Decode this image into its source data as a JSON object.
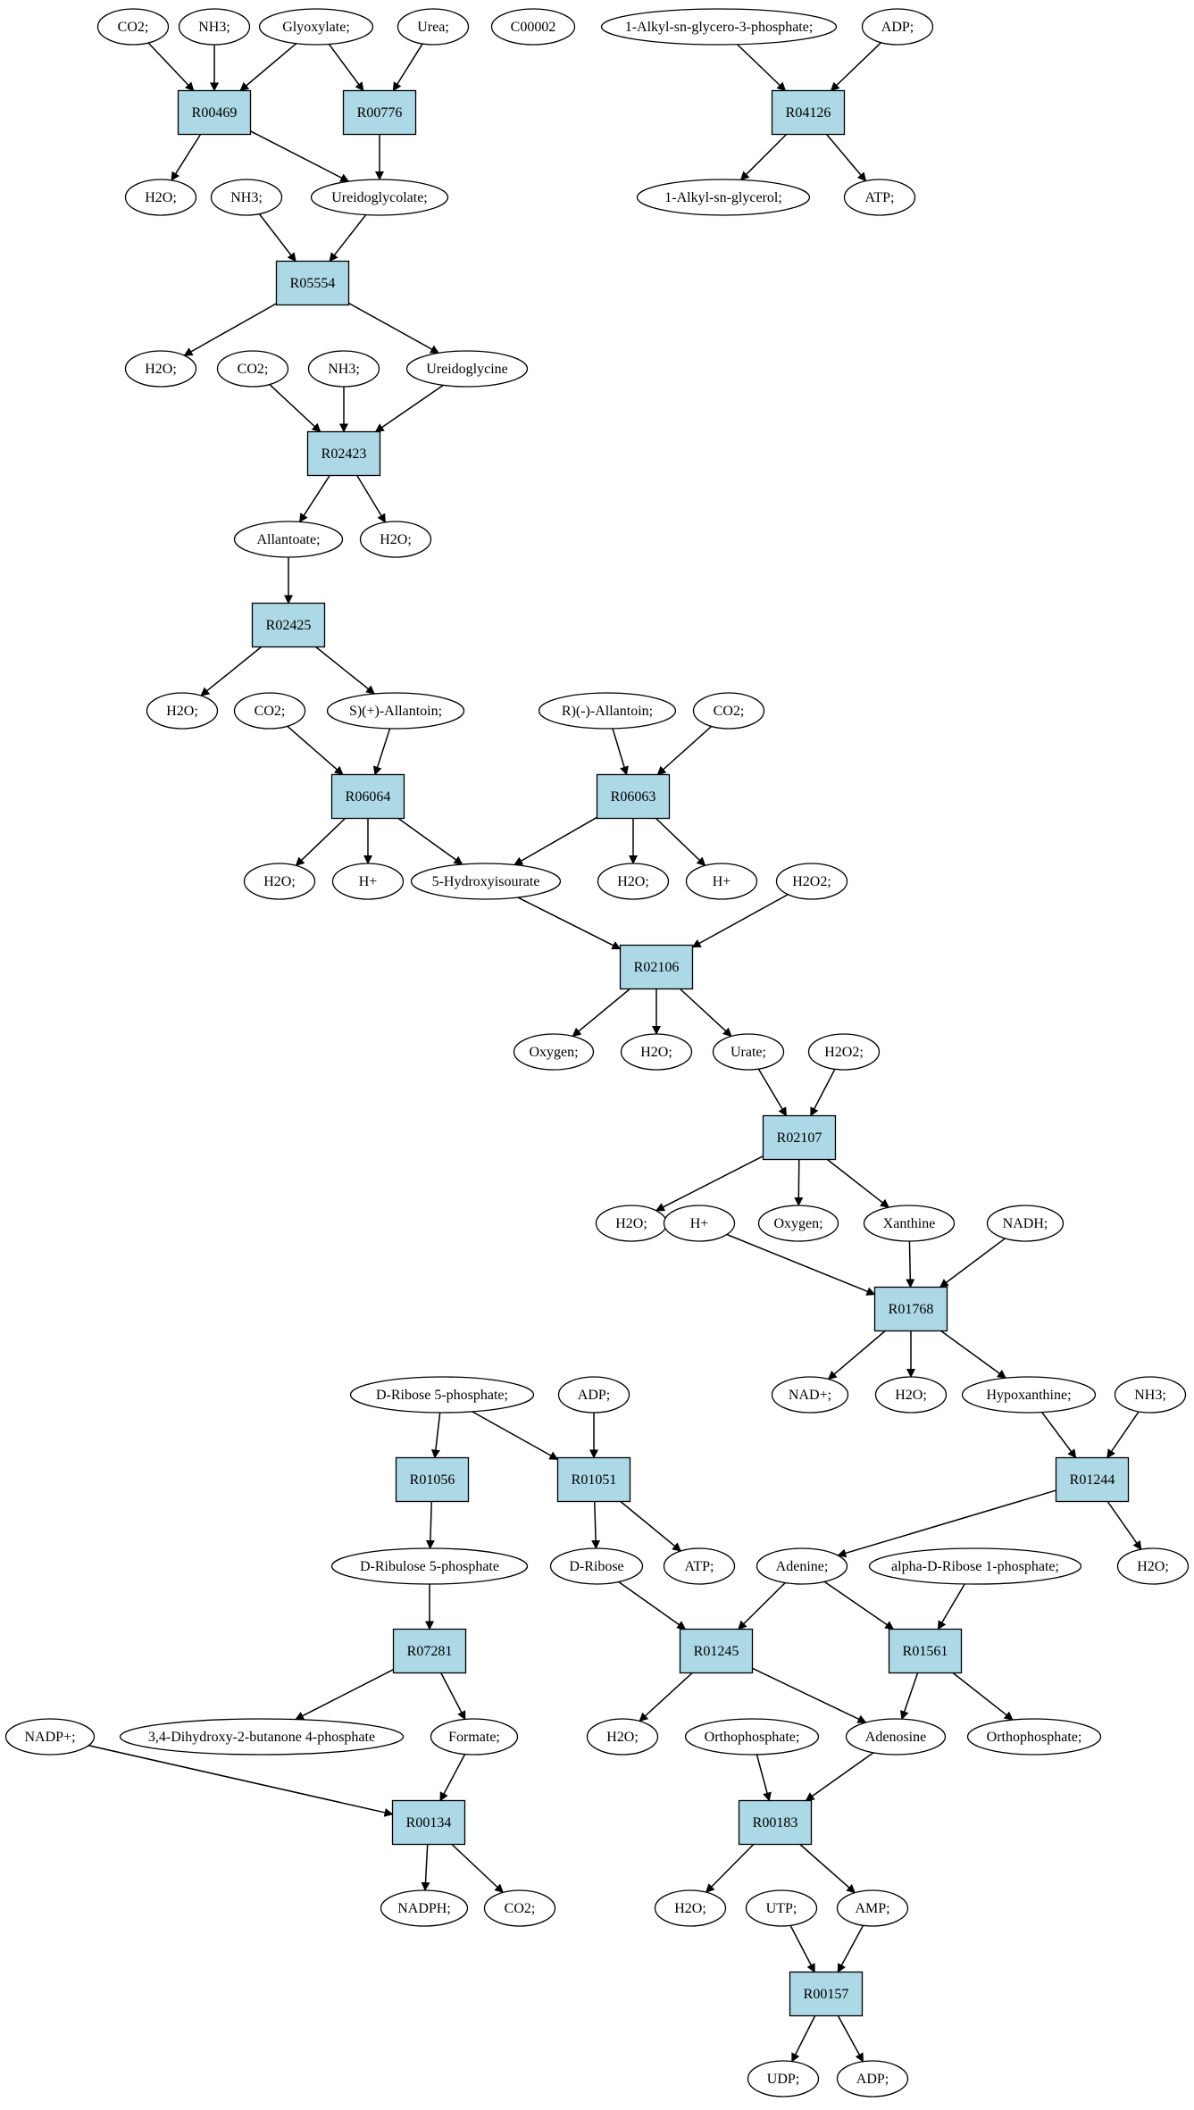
{
  "colors": {
    "reaction_fill": "#add8e6",
    "highlight_yellow": "#ffff00",
    "highlight_green": "#00ee00",
    "metabolite_fill": "#ffffff"
  },
  "nodes": {
    "m_co2_a": {
      "label": "CO2;"
    },
    "m_nh3_a": {
      "label": "NH3;"
    },
    "m_glyox": {
      "label": "Glyoxylate;"
    },
    "m_urea": {
      "label": "Urea;"
    },
    "m_c00002": {
      "label": "C00002",
      "fill": "#ffff00"
    },
    "m_alkylg3p": {
      "label": "1-Alkyl-sn-glycero-3-phosphate;"
    },
    "m_adp_a": {
      "label": "ADP;"
    },
    "r_R00469": {
      "label": "R00469"
    },
    "r_R00776": {
      "label": "R00776"
    },
    "r_R04126": {
      "label": "R04126"
    },
    "m_h2o_a": {
      "label": "H2O;"
    },
    "m_nh3_b": {
      "label": "NH3;"
    },
    "m_ureidoglycolate": {
      "label": "Ureidoglycolate;"
    },
    "m_alkylglycerol": {
      "label": "1-Alkyl-sn-glycerol;"
    },
    "m_atp_a": {
      "label": "ATP;"
    },
    "r_R05554": {
      "label": "R05554"
    },
    "m_h2o_b": {
      "label": "H2O;"
    },
    "m_co2_b": {
      "label": "CO2;"
    },
    "m_nh3_c": {
      "label": "NH3;"
    },
    "m_ureidoglycine": {
      "label": "Ureidoglycine"
    },
    "r_R02423": {
      "label": "R02423"
    },
    "m_allantoate": {
      "label": "Allantoate;"
    },
    "m_h2o_c": {
      "label": "H2O;"
    },
    "r_R02425": {
      "label": "R02425"
    },
    "m_h2o_d": {
      "label": "H2O;"
    },
    "m_co2_c": {
      "label": "CO2;"
    },
    "m_s_allantoin": {
      "label": "S)(+)-Allantoin;"
    },
    "m_r_allantoin": {
      "label": "R)(-)-Allantoin;"
    },
    "m_co2_d": {
      "label": "CO2;"
    },
    "r_R06064": {
      "label": "R06064"
    },
    "r_R06063": {
      "label": "R06063"
    },
    "m_h2o_e": {
      "label": "H2O;"
    },
    "m_hplus_a": {
      "label": "H+"
    },
    "m_hydroxyisourate": {
      "label": "5-Hydroxyisourate"
    },
    "m_h2o_f": {
      "label": "H2O;"
    },
    "m_hplus_b": {
      "label": "H+"
    },
    "m_h2o2_a": {
      "label": "H2O2;"
    },
    "r_R02106": {
      "label": "R02106"
    },
    "m_oxygen_a": {
      "label": "Oxygen;"
    },
    "m_h2o_g": {
      "label": "H2O;"
    },
    "m_urate": {
      "label": "Urate;"
    },
    "m_h2o2_b": {
      "label": "H2O2;"
    },
    "r_R02107": {
      "label": "R02107"
    },
    "m_h2o_h": {
      "label": "H2O;"
    },
    "m_hplus_c": {
      "label": "H+"
    },
    "m_oxygen_b": {
      "label": "Oxygen;"
    },
    "m_xanthine": {
      "label": "Xanthine"
    },
    "m_nadh": {
      "label": "NADH;"
    },
    "r_R01768": {
      "label": "R01768"
    },
    "m_nadplus": {
      "label": "NAD+;"
    },
    "m_h2o_i": {
      "label": "H2O;"
    },
    "m_hypoxanthine": {
      "label": "Hypoxanthine;"
    },
    "m_nh3_d": {
      "label": "NH3;"
    },
    "m_ribose5p": {
      "label": "D-Ribose 5-phosphate;",
      "fill": "#00ee00"
    },
    "m_adp_b": {
      "label": "ADP;"
    },
    "r_R01056": {
      "label": "R01056"
    },
    "r_R01051": {
      "label": "R01051"
    },
    "r_R01244": {
      "label": "R01244"
    },
    "m_ribulose5p": {
      "label": "D-Ribulose 5-phosphate"
    },
    "m_dribose": {
      "label": "D-Ribose"
    },
    "m_atp_b": {
      "label": "ATP;"
    },
    "m_adenine": {
      "label": "Adenine;"
    },
    "m_alpharibose1p": {
      "label": "alpha-D-Ribose 1-phosphate;"
    },
    "m_h2o_j": {
      "label": "H2O;"
    },
    "r_R07281": {
      "label": "R07281"
    },
    "r_R01245": {
      "label": "R01245"
    },
    "r_R01561": {
      "label": "R01561"
    },
    "m_nadpplus": {
      "label": "NADP+;"
    },
    "m_dihydroxybutanone": {
      "label": "3,4-Dihydroxy-2-butanone 4-phosphate"
    },
    "m_formate": {
      "label": "Formate;"
    },
    "m_h2o_k": {
      "label": "H2O;"
    },
    "m_orthophosphate_a": {
      "label": "Orthophosphate;"
    },
    "m_adenosine": {
      "label": "Adenosine"
    },
    "m_orthophosphate_b": {
      "label": "Orthophosphate;"
    },
    "r_R00134": {
      "label": "R00134"
    },
    "r_R00183": {
      "label": "R00183"
    },
    "m_nadph": {
      "label": "NADPH;"
    },
    "m_co2_e": {
      "label": "CO2;"
    },
    "m_h2o_l": {
      "label": "H2O;"
    },
    "m_utp": {
      "label": "UTP;"
    },
    "m_amp": {
      "label": "AMP;"
    },
    "r_R00157": {
      "label": "R00157"
    },
    "m_udp": {
      "label": "UDP;"
    },
    "m_adp_c": {
      "label": "ADP;"
    }
  },
  "edges": [
    [
      "m_co2_a",
      "r_R00469"
    ],
    [
      "m_nh3_a",
      "r_R00469"
    ],
    [
      "m_glyox",
      "r_R00469"
    ],
    [
      "r_R00469",
      "m_h2o_a"
    ],
    [
      "r_R00469",
      "m_ureidoglycolate"
    ],
    [
      "m_glyox",
      "r_R00776"
    ],
    [
      "m_urea",
      "r_R00776"
    ],
    [
      "r_R00776",
      "m_ureidoglycolate"
    ],
    [
      "m_alkylg3p",
      "r_R04126"
    ],
    [
      "m_adp_a",
      "r_R04126"
    ],
    [
      "r_R04126",
      "m_alkylglycerol"
    ],
    [
      "r_R04126",
      "m_atp_a"
    ],
    [
      "m_nh3_b",
      "r_R05554"
    ],
    [
      "m_ureidoglycolate",
      "r_R05554"
    ],
    [
      "r_R05554",
      "m_h2o_b"
    ],
    [
      "r_R05554",
      "m_ureidoglycine"
    ],
    [
      "m_co2_b",
      "r_R02423"
    ],
    [
      "m_nh3_c",
      "r_R02423"
    ],
    [
      "m_ureidoglycine",
      "r_R02423"
    ],
    [
      "r_R02423",
      "m_allantoate"
    ],
    [
      "r_R02423",
      "m_h2o_c"
    ],
    [
      "m_allantoate",
      "r_R02425"
    ],
    [
      "r_R02425",
      "m_h2o_d"
    ],
    [
      "r_R02425",
      "m_s_allantoin"
    ],
    [
      "m_co2_c",
      "r_R06064"
    ],
    [
      "m_s_allantoin",
      "r_R06064"
    ],
    [
      "r_R06064",
      "m_h2o_e"
    ],
    [
      "r_R06064",
      "m_hplus_a"
    ],
    [
      "r_R06064",
      "m_hydroxyisourate"
    ],
    [
      "m_r_allantoin",
      "r_R06063"
    ],
    [
      "m_co2_d",
      "r_R06063"
    ],
    [
      "r_R06063",
      "m_hydroxyisourate"
    ],
    [
      "r_R06063",
      "m_h2o_f"
    ],
    [
      "r_R06063",
      "m_hplus_b"
    ],
    [
      "m_hydroxyisourate",
      "r_R02106"
    ],
    [
      "m_h2o2_a",
      "r_R02106"
    ],
    [
      "r_R02106",
      "m_oxygen_a"
    ],
    [
      "r_R02106",
      "m_h2o_g"
    ],
    [
      "r_R02106",
      "m_urate"
    ],
    [
      "m_urate",
      "r_R02107"
    ],
    [
      "m_h2o2_b",
      "r_R02107"
    ],
    [
      "r_R02107",
      "m_h2o_h"
    ],
    [
      "r_R02107",
      "m_oxygen_b"
    ],
    [
      "r_R02107",
      "m_xanthine"
    ],
    [
      "m_hplus_c",
      "r_R01768"
    ],
    [
      "m_xanthine",
      "r_R01768"
    ],
    [
      "m_nadh",
      "r_R01768"
    ],
    [
      "r_R01768",
      "m_nadplus"
    ],
    [
      "r_R01768",
      "m_h2o_i"
    ],
    [
      "r_R01768",
      "m_hypoxanthine"
    ],
    [
      "m_hypoxanthine",
      "r_R01244"
    ],
    [
      "m_nh3_d",
      "r_R01244"
    ],
    [
      "r_R01244",
      "m_adenine"
    ],
    [
      "r_R01244",
      "m_h2o_j"
    ],
    [
      "m_ribose5p",
      "r_R01056"
    ],
    [
      "m_ribose5p",
      "r_R01051"
    ],
    [
      "m_adp_b",
      "r_R01051"
    ],
    [
      "r_R01056",
      "m_ribulose5p"
    ],
    [
      "r_R01051",
      "m_dribose"
    ],
    [
      "r_R01051",
      "m_atp_b"
    ],
    [
      "m_ribulose5p",
      "r_R07281"
    ],
    [
      "r_R07281",
      "m_dihydroxybutanone"
    ],
    [
      "r_R07281",
      "m_formate"
    ],
    [
      "m_dribose",
      "r_R01245"
    ],
    [
      "m_adenine",
      "r_R01245"
    ],
    [
      "r_R01245",
      "m_h2o_k"
    ],
    [
      "r_R01245",
      "m_adenosine"
    ],
    [
      "m_adenine",
      "r_R01561"
    ],
    [
      "m_alpharibose1p",
      "r_R01561"
    ],
    [
      "r_R01561",
      "m_adenosine"
    ],
    [
      "r_R01561",
      "m_orthophosphate_b"
    ],
    [
      "m_nadpplus",
      "r_R00134"
    ],
    [
      "m_formate",
      "r_R00134"
    ],
    [
      "r_R00134",
      "m_nadph"
    ],
    [
      "r_R00134",
      "m_co2_e"
    ],
    [
      "m_orthophosphate_a",
      "r_R00183"
    ],
    [
      "m_adenosine",
      "r_R00183"
    ],
    [
      "r_R00183",
      "m_h2o_l"
    ],
    [
      "r_R00183",
      "m_amp"
    ],
    [
      "m_utp",
      "r_R00157"
    ],
    [
      "m_amp",
      "r_R00157"
    ],
    [
      "r_R00157",
      "m_udp"
    ],
    [
      "r_R00157",
      "m_adp_c"
    ]
  ]
}
